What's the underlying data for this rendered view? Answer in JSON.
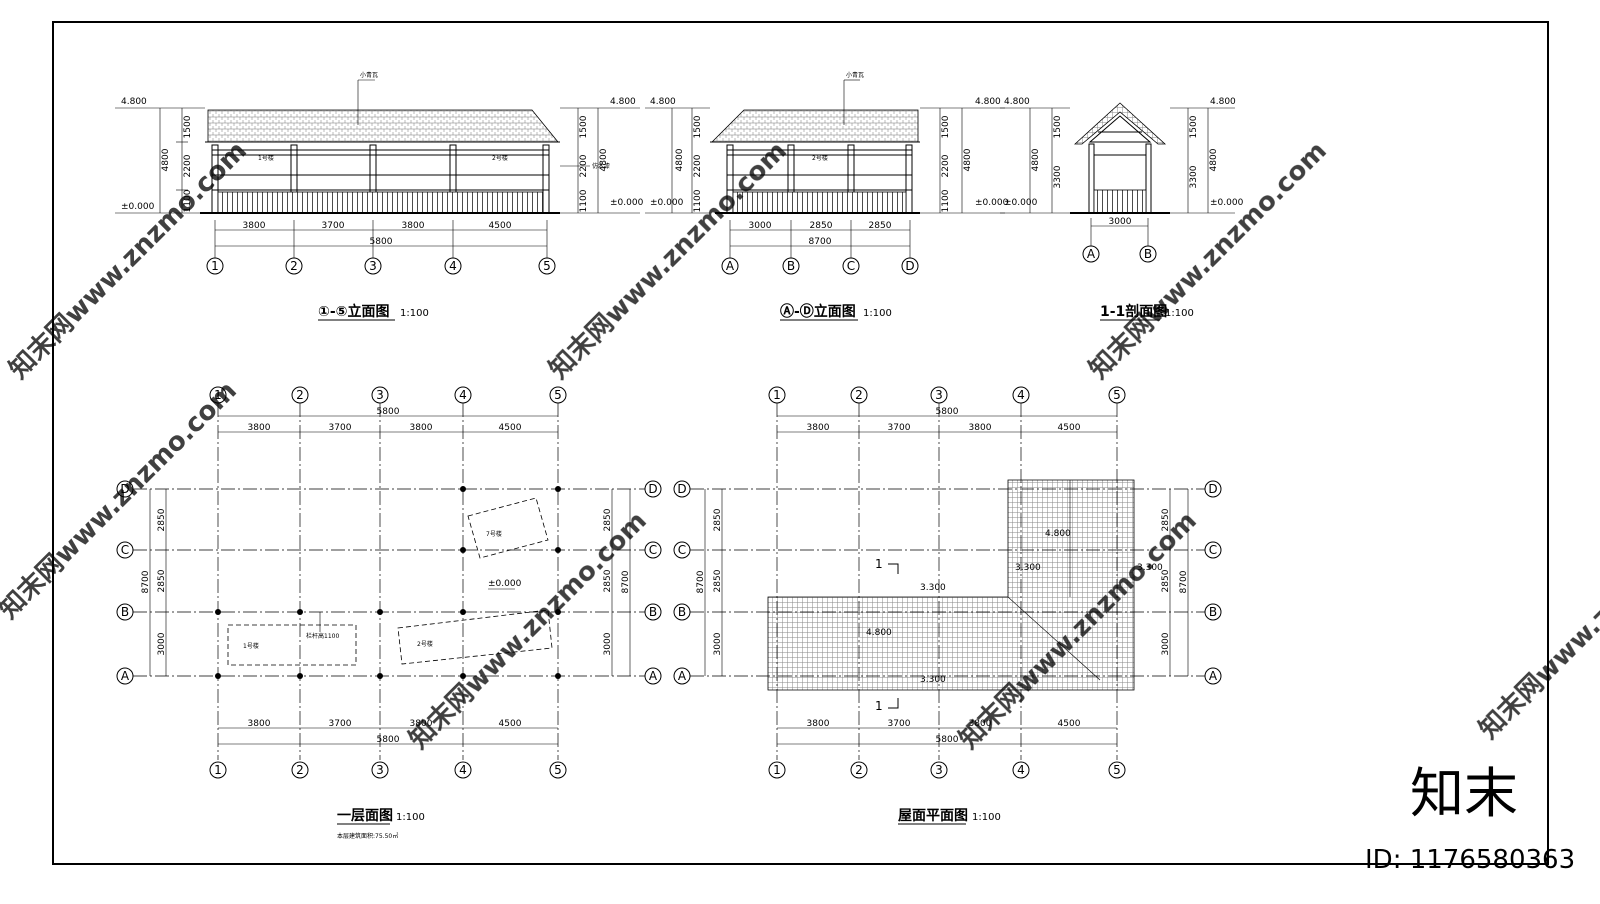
{
  "views": {
    "elev15": {
      "title": "①-⑤立面图",
      "scale": "1:100",
      "roof_note": "小青瓦",
      "side_note": "仿木漆",
      "sign_label_1": "1号楼",
      "sign_label_2": "2号楼",
      "levels": {
        "top": "4.800",
        "base": "±0.000",
        "base_right": "±0.000",
        "top_right": "4.800"
      },
      "heights": {
        "h1": "1500",
        "h2": "2200",
        "h3": "1100",
        "total": "4800"
      },
      "spans": [
        "3800",
        "3700",
        "3800",
        "4500"
      ],
      "overall": "5800",
      "axes": [
        "1",
        "2",
        "3",
        "4",
        "5"
      ]
    },
    "elevAD": {
      "title": "Ⓐ-Ⓓ立面图",
      "scale": "1:100",
      "roof_note": "小青瓦",
      "sign_label": "2号楼",
      "levels": {
        "top": "4.800",
        "base": "±0.000",
        "base_right": "±0.000",
        "top_right": "4.800"
      },
      "heights": {
        "h1": "1500",
        "h2": "2200",
        "h3": "1100",
        "total": "4800"
      },
      "spans": [
        "3000",
        "2850",
        "2850"
      ],
      "overall": "8700",
      "axes": [
        "A",
        "B",
        "C",
        "D"
      ]
    },
    "section": {
      "title": "1-1剖面图",
      "scale": "1:100",
      "levels": {
        "top": "4.800",
        "base": "±0.000",
        "base_right": "±0.000",
        "top_right": "4.800"
      },
      "heights": {
        "h1": "1500",
        "h2": "3300",
        "total": "4800"
      },
      "span": "3000",
      "axes": [
        "A",
        "B"
      ]
    },
    "plan": {
      "title": "一层面图",
      "scale": "1:100",
      "note": "本层建筑面积:75.50㎡",
      "spans": [
        "3800",
        "3700",
        "3800",
        "4500"
      ],
      "overall": "5800",
      "v_spans": [
        "2850",
        "2850",
        "3000"
      ],
      "v_overall": "8700",
      "level": "±0.000",
      "label_rail": "栏杆高1100",
      "label_b1": "1号楼",
      "label_b2": "2号楼",
      "label_b3": "7号楼",
      "axes_x": [
        "1",
        "2",
        "3",
        "4",
        "5"
      ],
      "axes_y": [
        "D",
        "C",
        "B",
        "A"
      ]
    },
    "roof": {
      "title": "屋面平面图",
      "scale": "1:100",
      "spans": [
        "3800",
        "3700",
        "3800",
        "4500"
      ],
      "overall": "5800",
      "v_spans": [
        "2850",
        "2850",
        "3000"
      ],
      "v_overall": "8700",
      "levels": [
        "4.800",
        "3.300",
        "3.300",
        "4.800",
        "3.300",
        "3.300"
      ],
      "cut": "1",
      "axes_x": [
        "1",
        "2",
        "3",
        "4",
        "5"
      ],
      "axes_y": [
        "D",
        "C",
        "B",
        "A"
      ]
    }
  },
  "watermark": {
    "text": "知末网www.znzmo.com",
    "brand": "知末",
    "id": "ID: 1176580363"
  }
}
